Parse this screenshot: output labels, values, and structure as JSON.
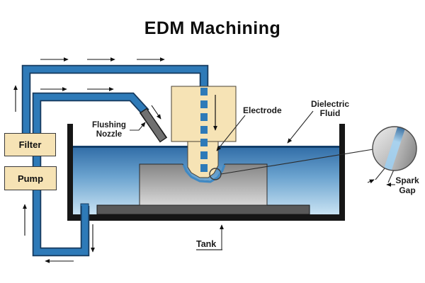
{
  "title": "EDM Machining",
  "components": {
    "filter": {
      "label": "Filter"
    },
    "pump": {
      "label": "Pump"
    }
  },
  "annotations": {
    "flushing_nozzle": {
      "line1": "Flushing",
      "line2": "Nozzle"
    },
    "electrode": {
      "label": "Electrode"
    },
    "dielectric_fluid": {
      "line1": "Dielectric",
      "line2": "Fluid"
    },
    "tank": {
      "label": "Tank"
    },
    "spark_gap": {
      "line1": "Spark",
      "line2": "Gap"
    }
  },
  "palette": {
    "pipe_blue": "#2e7ab8",
    "pipe_outline": "#16395d",
    "component_cream": "#f6e3b5",
    "fluid_dark": "#2f6ba6",
    "fluid_light": "#c9e3f3",
    "workpiece_dark": "#858585",
    "workpiece_light": "#d8d8d8",
    "base_gray": "#595959",
    "nozzle_gray": "#707070",
    "tank_black": "#161616",
    "spark_blue": "#a9d2ee",
    "label_color": "#1b1b1b"
  }
}
